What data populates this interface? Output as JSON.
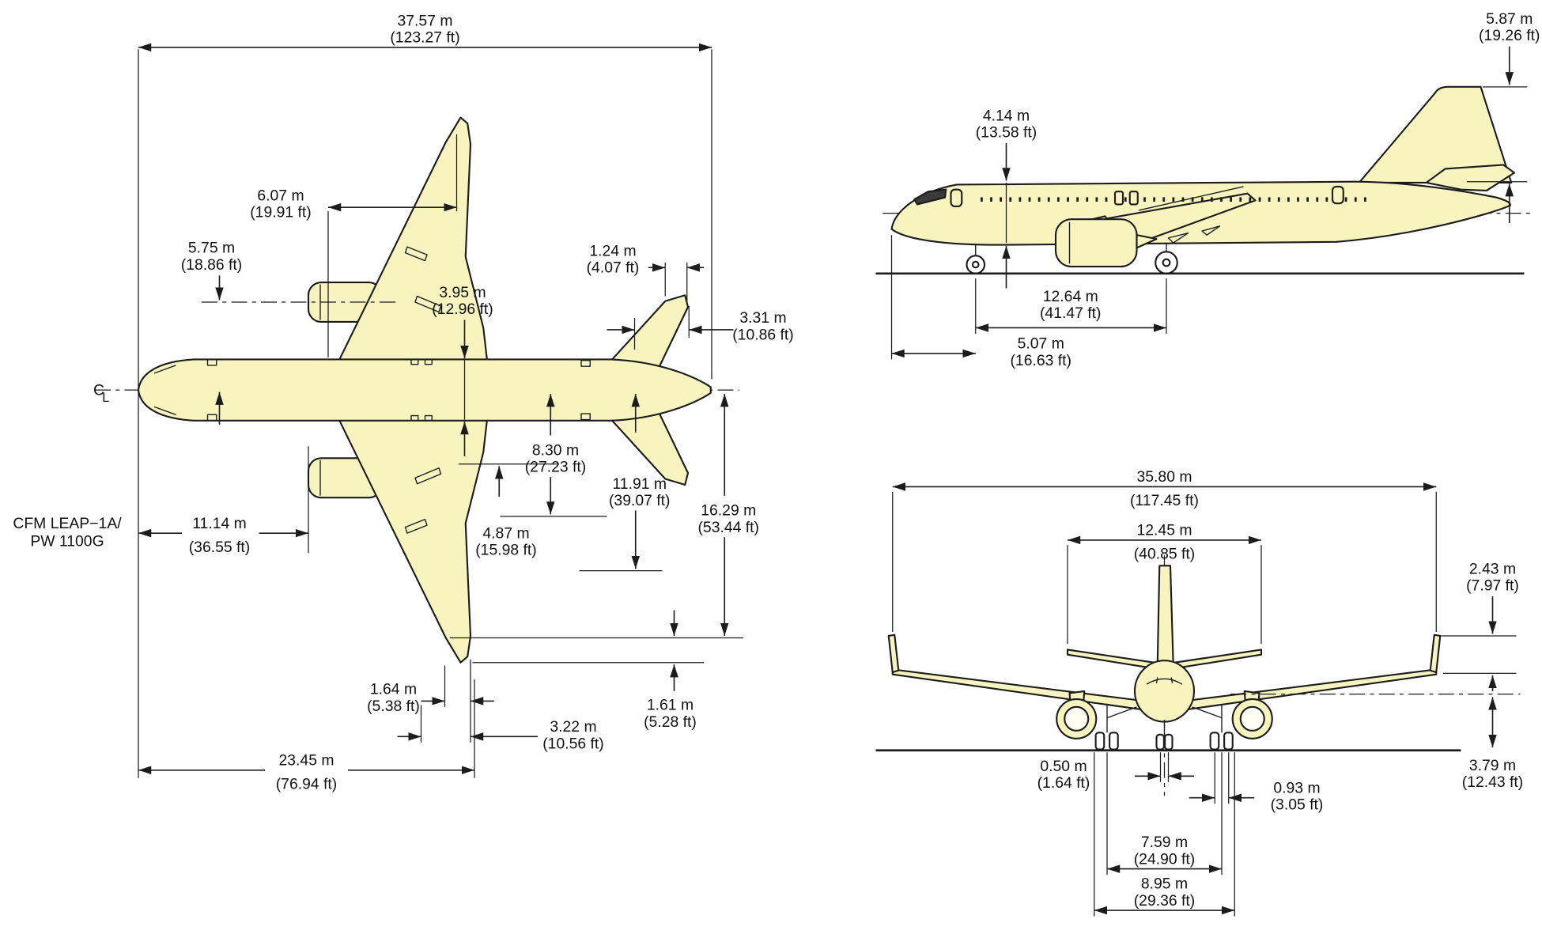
{
  "colors": {
    "aircraft_fill": "#f7f4bf",
    "line_color": "#1c1c1c",
    "background": "#ffffff"
  },
  "labels": {
    "engine_type_line1": "CFM LEAP−1A/",
    "engine_type_line2": "PW 1100G",
    "centerline_c": "C",
    "centerline_l": "L"
  },
  "top_view": {
    "overall_length": {
      "m": "37.57 m",
      "ft": "(123.27 ft)"
    },
    "wing_root_station": {
      "m": "6.07 m",
      "ft": "(19.91 ft)"
    },
    "engine_centerline_offset": {
      "m": "5.75 m",
      "ft": "(18.86 ft)"
    },
    "fuselage_width": {
      "m": "3.95 m",
      "ft": "(12.96 ft)"
    },
    "stabilizer_tip_chord": {
      "m": "1.24 m",
      "ft": "(4.07 ft)"
    },
    "stabilizer_tip_offset": {
      "m": "3.31 m",
      "ft": "(10.86 ft)"
    },
    "span_station_inner": {
      "m": "8.30 m",
      "ft": "(27.23 ft)"
    },
    "span_station_outer": {
      "m": "11.91 m",
      "ft": "(39.07 ft)"
    },
    "half_span": {
      "m": "16.29 m",
      "ft": "(53.44 ft)"
    },
    "flap_station": {
      "m": "4.87 m",
      "ft": "(15.98 ft)"
    },
    "nose_to_engine_inlet": {
      "m": "11.14 m",
      "ft": "(36.55 ft)"
    },
    "wingtip_chord": {
      "m": "1.64 m",
      "ft": "(5.38 ft)"
    },
    "wingtip_offset": {
      "m": "3.22 m",
      "ft": "(10.56 ft)"
    },
    "wingtip_rake": {
      "m": "1.61 m",
      "ft": "(5.28 ft)"
    },
    "nose_to_wingtip": {
      "m": "23.45 m",
      "ft": "(76.94 ft)"
    }
  },
  "side_view": {
    "fin_height": {
      "m": "5.87 m",
      "ft": "(19.26 ft)"
    },
    "fuselage_height": {
      "m": "4.14 m",
      "ft": "(13.58 ft)"
    },
    "wheelbase": {
      "m": "12.64 m",
      "ft": "(41.47 ft)"
    },
    "nose_to_nose_gear": {
      "m": "5.07 m",
      "ft": "(16.63 ft)"
    }
  },
  "front_view": {
    "wingspan": {
      "m": "35.80 m",
      "ft": "(117.45 ft)"
    },
    "stabilizer_span": {
      "m": "12.45 m",
      "ft": "(40.85 ft)"
    },
    "sharklet_height": {
      "m": "2.43 m",
      "ft": "(7.97 ft)"
    },
    "nose_gear_wheel_spacing": {
      "m": "0.50 m",
      "ft": "(1.64 ft)"
    },
    "main_gear_wheel_spacing": {
      "m": "0.93 m",
      "ft": "(3.05 ft)"
    },
    "ground_clearance_reference": {
      "m": "3.79 m",
      "ft": "(12.43 ft)"
    },
    "main_gear_track": {
      "m": "7.59 m",
      "ft": "(24.90 ft)"
    },
    "outer_wheel_span": {
      "m": "8.95 m",
      "ft": "(29.36 ft)"
    }
  }
}
